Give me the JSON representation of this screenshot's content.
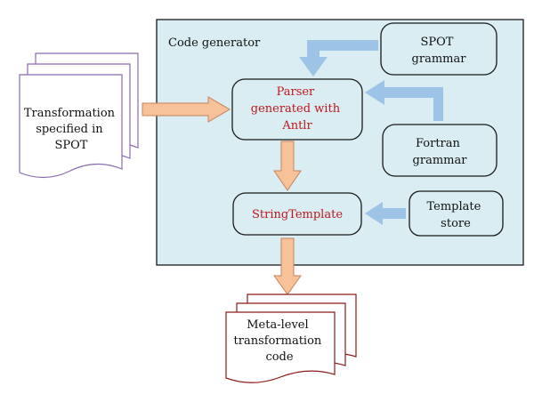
{
  "diagram": {
    "panel_label": "Code generator",
    "input_doc_lines": [
      "Transformation",
      "specified in",
      "SPOT"
    ],
    "output_doc_lines": [
      "Meta-level",
      "transformation",
      "code"
    ],
    "parser_lines": [
      "Parser",
      "generated with",
      "Antlr"
    ],
    "stringtemplate_label": "StringTemplate",
    "spot_grammar_lines": [
      "SPOT",
      "grammar"
    ],
    "fortran_grammar_lines": [
      "Fortran",
      "grammar"
    ],
    "template_store_lines": [
      "Template",
      "store"
    ]
  },
  "colors": {
    "panel_fill": "#d9edf2",
    "input_doc_stroke": "#8a6bb0",
    "output_doc_stroke": "#8b1a1a",
    "orange_arrow": "#f7c199",
    "orange_arrow_stroke": "#c8825a",
    "blue_arrow": "#9dc3e6",
    "red_text": "#c0161d"
  }
}
